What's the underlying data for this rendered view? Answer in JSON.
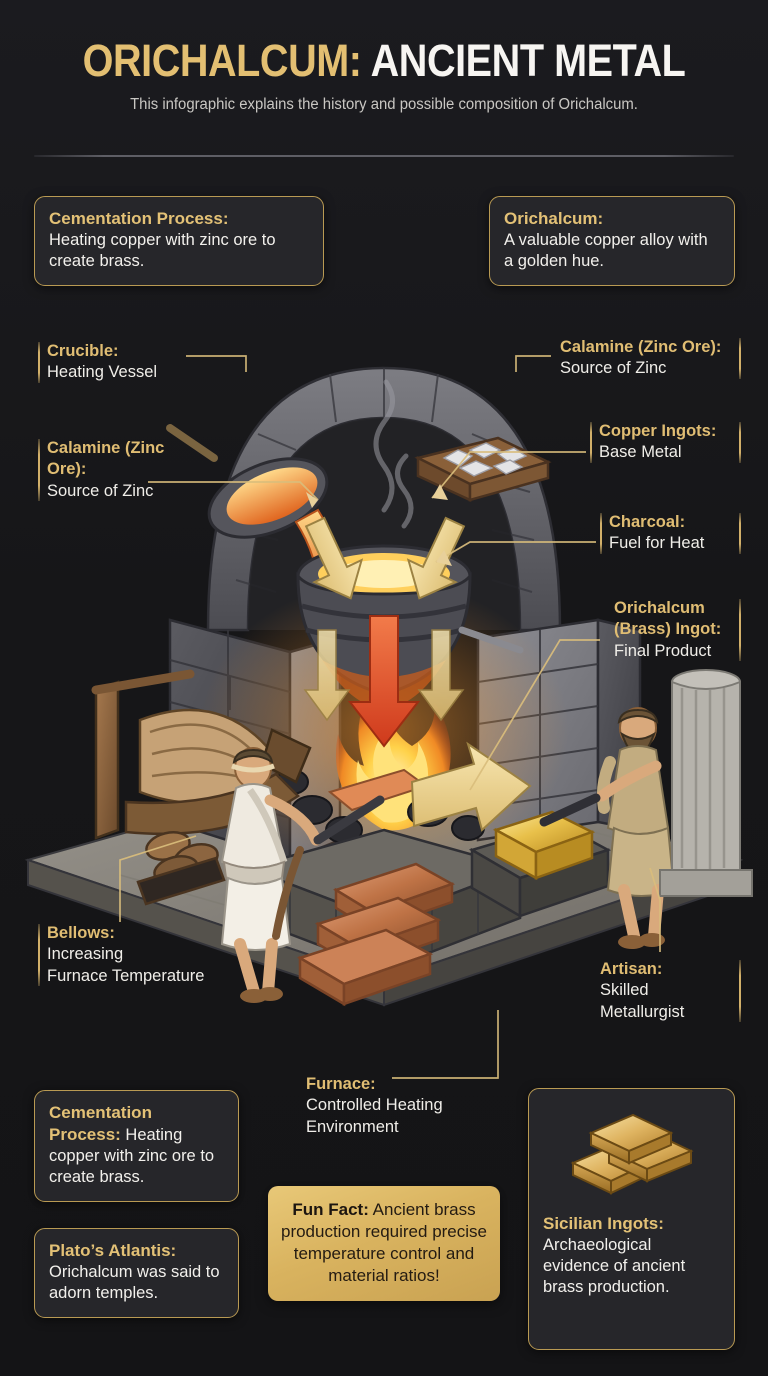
{
  "header": {
    "title_gold": "ORICHALCUM:",
    "title_white": "ANCIENT METAL",
    "subtitle": "This infographic explains the history and possible composition of Orichalcum."
  },
  "top_boxes": [
    {
      "name": "cementation-process",
      "label": "Cementation Process:",
      "body": "Heating copper with zinc ore to create brass."
    },
    {
      "name": "orichalcum",
      "label": "Orichalcum:",
      "body": "A valuable copper alloy with a golden hue."
    }
  ],
  "annotations": [
    {
      "name": "crucible",
      "label": "Crucible:",
      "body": "Heating Vessel"
    },
    {
      "name": "calamine-left",
      "label": "Calamine (Zinc Ore):",
      "body": "Source of Zinc"
    },
    {
      "name": "calamine-right",
      "label": "Calamine (Zinc Ore):",
      "body": "Source of Zinc"
    },
    {
      "name": "copper-ingots",
      "label": "Copper Ingots:",
      "body": "Base Metal"
    },
    {
      "name": "charcoal",
      "label": "Charcoal:",
      "body": "Fuel for Heat"
    },
    {
      "name": "orichalcum-ingot",
      "label": "Orichalcum\n(Brass) Ingot:",
      "body": "Final Product"
    },
    {
      "name": "bellows",
      "label": "Bellows:",
      "body": "Increasing\nFurnace Temperature"
    },
    {
      "name": "artisan",
      "label": "Artisan:",
      "body": "Skilled\nMetallurgist"
    },
    {
      "name": "furnace",
      "label": "Furnace:",
      "body": "Controlled Heating\nEnvironment"
    }
  ],
  "bottom_boxes": [
    {
      "name": "cementation-process-bottom",
      "label": "Cementation Process:",
      "body": " Heating copper with zinc ore to create brass."
    },
    {
      "name": "platos-atlantis",
      "label": "Plato’s Atlantis:",
      "body": "Orichalcum was said to adorn temples."
    },
    {
      "name": "fun-fact",
      "label": "Fun Fact:",
      "body": " Ancient brass production required precise temperature control and material ratios!"
    },
    {
      "name": "sicilian-ingots",
      "label": "Sicilian Ingots:",
      "body": "Archaeological evidence of ancient brass production."
    }
  ],
  "colors": {
    "background": "#16161a",
    "gold_accent": "#e3bf72",
    "gold_border": "#b99a53",
    "box_fill": "#26262a",
    "body_text": "#f2f0ec",
    "funfact_fill": "#d9b35f",
    "copper": "#b9714a",
    "stone": "#6e6e72",
    "flame": "#f5a623"
  },
  "illustration": {
    "name": "ancient-brass-furnace-scene",
    "elements": [
      "stone-furnace-arch",
      "crucible",
      "molten-pour",
      "calamine-tray",
      "charcoal-fire",
      "bellows",
      "artisan-left",
      "artisan-right",
      "gold-brass-ingot",
      "copper-ingots",
      "stone-column",
      "firewood"
    ]
  }
}
